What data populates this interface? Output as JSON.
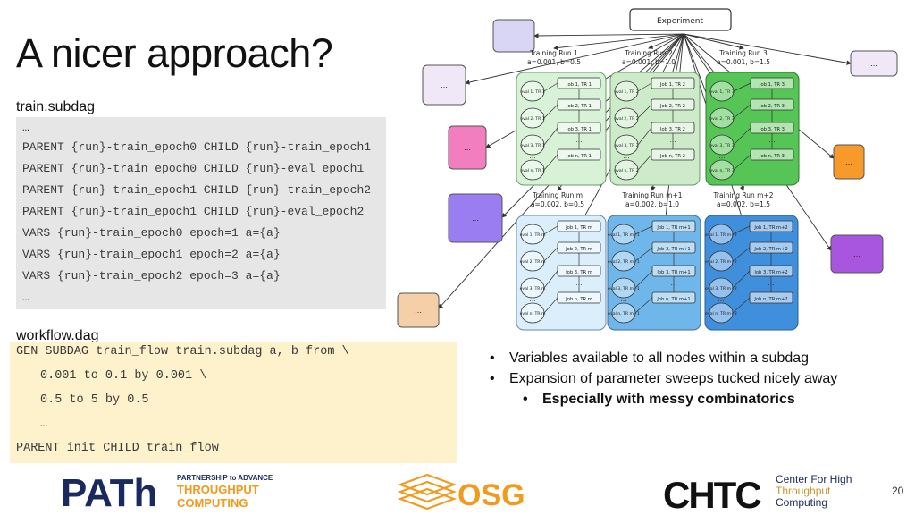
{
  "slide": {
    "title": "A nicer approach?",
    "page_number": "20"
  },
  "subdag": {
    "label": "train.subdag",
    "lines": [
      "…",
      "PARENT {run}-train_epoch0 CHILD {run}-train_epoch1",
      "PARENT {run}-train_epoch0 CHILD {run}-eval_epoch1",
      "PARENT {run}-train_epoch1 CHILD {run}-train_epoch2",
      "PARENT {run}-train_epoch1 CHILD {run}-eval_epoch2",
      "VARS {run}-train_epoch0 epoch=1 a={a}",
      "VARS {run}-train_epoch1 epoch=2 a={a}",
      "VARS {run}-train_epoch2 epoch=3 a={a}",
      "…"
    ]
  },
  "workflow": {
    "label": "workflow.dag",
    "lines": [
      "GEN SUBDAG train_flow train.subdag a, b from \\",
      "0.001 to 0.1 by 0.001 \\",
      "0.5 to 5 by 0.5",
      "…",
      "PARENT init CHILD train_flow"
    ]
  },
  "bullets": [
    {
      "text": "Variables available to all nodes within a subdag"
    },
    {
      "text": "Expansion of parameter sweeps tucked nicely away"
    },
    {
      "text": "Especially with messy combinatorics"
    }
  ],
  "bullet_marker": "•",
  "diagram": {
    "root": "Experiment",
    "ellipsis": "…",
    "runs": [
      {
        "title": "Training Run 1",
        "params": "a=0.001, b=0.5",
        "color": "#d8f2d8",
        "stroke": "#6b9a6b"
      },
      {
        "title": "Training Run 2",
        "params": "a=0.001, b=1.0",
        "color": "#cdebc9",
        "stroke": "#6b9a6b"
      },
      {
        "title": "Training Run 3",
        "params": "a=0.001, b=1.5",
        "color": "#55c655",
        "stroke": "#2f7a2f"
      },
      {
        "title": "Training Run m",
        "params": "a=0.002, b=0.5",
        "color": "#daeefb",
        "stroke": "#6b8aa8"
      },
      {
        "title": "Training Run m+1",
        "params": "a=0.002, b=1.0",
        "color": "#6fb6ea",
        "stroke": "#3f6f99"
      },
      {
        "title": "Training Run m+2",
        "params": "a=0.002, b=1.5",
        "color": "#3f8fdc",
        "stroke": "#2a5f99"
      }
    ],
    "top_jobs": [
      "Job 1, TR 1",
      "Job 2, TR 1",
      "Job 3, TR 1",
      "Job n, TR 1",
      "Job 1, TR 2",
      "Job 2, TR 2",
      "Job 3, TR 2",
      "Job n, TR 2",
      "Job 1, TR 3",
      "Job 2, TR 3",
      "Job 3, TR 3",
      "Job n, TR 3"
    ],
    "top_evals": [
      "eval 1, TR 1",
      "eval 2, TR 1",
      "eval 3, TR 1",
      "eval n, TR 1",
      "eval 1, TR 2",
      "eval 2, TR 2",
      "eval 3, TR 2",
      "eval n, TR 2",
      "eval 1, TR 3",
      "eval 2, TR 3",
      "eval 3, TR 3",
      "eval n, TR 3"
    ],
    "bottom_jobs": [
      "Job 1, TR m",
      "Job 2, TR m",
      "Job 3, TR m",
      "Job n, TR m",
      "Job 1, TR m+1",
      "Job 2, TR m+1",
      "Job 3, TR m+1",
      "Job n, TR m+1",
      "Job 1, TR m+2",
      "Job 2, TR m+2",
      "Job 3, TR m+2",
      "Job n, TR m+2"
    ],
    "bottom_evals": [
      "eval 1, TR m",
      "eval 2, TR m",
      "eval 3, TR m",
      "eval n, TR m",
      "eval 1, TR m+1",
      "eval 2, TR m+1",
      "eval 3, TR m+1",
      "eval n, TR m+1",
      "eval 1, TR m+2",
      "eval 2, TR m+2",
      "eval 3, TR m+2",
      "eval n, TR m+2"
    ],
    "side_box_colors": [
      "#d9d5f5",
      "#f0e8f7",
      "#f27ec0",
      "#9a7df0",
      "#f4cfa8",
      "#f0e8f7",
      "#f79a2a",
      "#a855e0"
    ]
  },
  "logos": {
    "path_main": "PATh",
    "path_lines": [
      "PARTNERSHIP to ADVANCE",
      "THROUGHPUT",
      "COMPUTING"
    ],
    "osg": "OSG",
    "chtc": "CHTC",
    "chtc_lines": [
      "Center For High",
      "Throughput",
      "Computing"
    ],
    "colors": {
      "navy": "#1b2a5e",
      "orange": "#f29a1d",
      "chtc_gold": "#c9942a"
    }
  }
}
